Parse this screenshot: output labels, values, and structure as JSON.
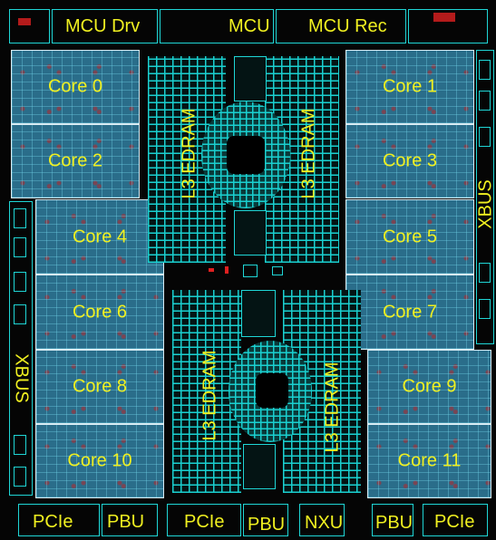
{
  "labels": {
    "mcu_drv": "MCU Drv",
    "mcu": "MCU",
    "mcu_rec": "MCU Rec",
    "xbus_right": "XBUS",
    "xbus_left": "XBUS",
    "edram_top_left": "L3 EDRAM",
    "edram_top_right": "L3 EDRAM",
    "edram_bottom_left": "L3 EDRAM",
    "edram_bottom_right": "L3 EDRAM",
    "pcie_1": "PCIe",
    "pbu_1": "PBU",
    "pcie_2": "PCIe",
    "pbu_2": "PBU",
    "nxu": "NXU",
    "pbu_3": "PBU",
    "pcie_3": "PCIe"
  },
  "cores": [
    "Core 0",
    "Core 1",
    "Core 2",
    "Core 3",
    "Core 4",
    "Core 5",
    "Core 6",
    "Core 7",
    "Core 8",
    "Core 9",
    "Core 10",
    "Core 11"
  ],
  "colors": {
    "background": "#050505",
    "circuit": "#1fd6d6",
    "label": "#f0f020",
    "core_fill": "#2a6d8a",
    "accent_red": "#e02020"
  }
}
